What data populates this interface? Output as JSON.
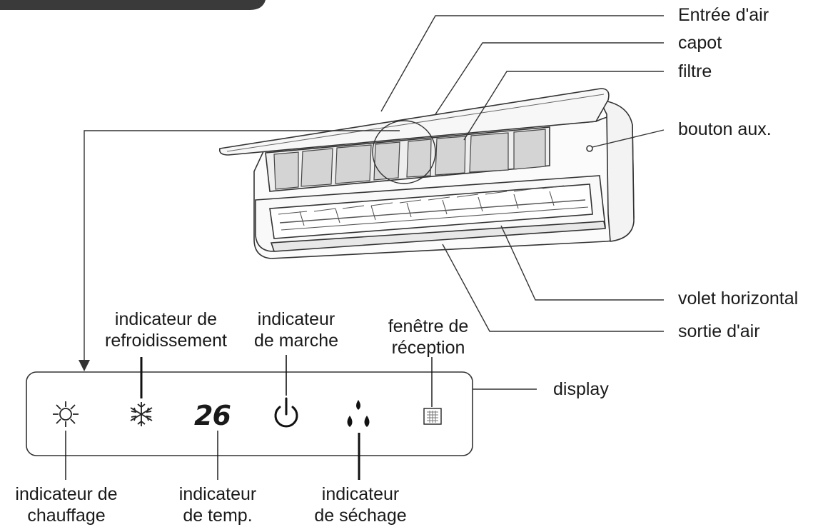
{
  "callouts": {
    "air_inlet": "Entrée d'air",
    "cover": "capot",
    "filter": "filtre",
    "aux_button": "bouton aux.",
    "horizontal_louver": "volet horizontal",
    "air_outlet": "sortie d'air",
    "display": "display"
  },
  "indicators": {
    "cooling": {
      "line1": "indicateur de",
      "line2": "refroidissement"
    },
    "run": {
      "line1": "indicateur",
      "line2": "de marche"
    },
    "receiver": {
      "line1": "fenêtre de",
      "line2": "réception"
    },
    "heating": {
      "line1": "indicateur de",
      "line2": "chauffage"
    },
    "temp": {
      "line1": "indicateur",
      "line2": "de temp."
    },
    "dry": {
      "line1": "indicateur",
      "line2": "de séchage"
    }
  },
  "display_panel": {
    "temperature_readout": "26"
  },
  "icons": {
    "heating": "sun-icon",
    "cooling": "snowflake-icon",
    "run": "power-icon",
    "dry": "water-drops-icon",
    "receiver": "receiver-window-icon"
  }
}
